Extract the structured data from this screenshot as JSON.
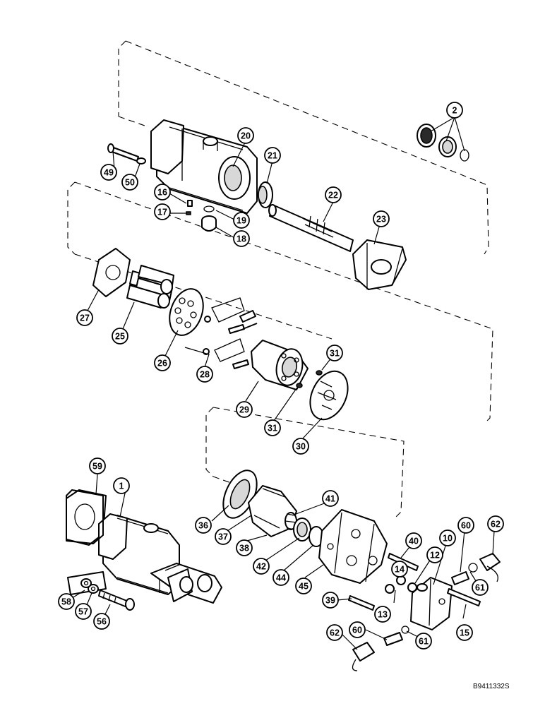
{
  "diagram": {
    "reference_code": "B9411332S",
    "callouts": [
      "2",
      "20",
      "21",
      "49",
      "50",
      "16",
      "17",
      "19",
      "18",
      "22",
      "23",
      "27",
      "25",
      "26",
      "28",
      "31",
      "29",
      "31",
      "30",
      "59",
      "1",
      "36",
      "37",
      "41",
      "38",
      "42",
      "44",
      "45",
      "40",
      "10",
      "60",
      "62",
      "12",
      "14",
      "61",
      "13",
      "39",
      "15",
      "58",
      "57",
      "56",
      "62",
      "60",
      "61"
    ]
  }
}
